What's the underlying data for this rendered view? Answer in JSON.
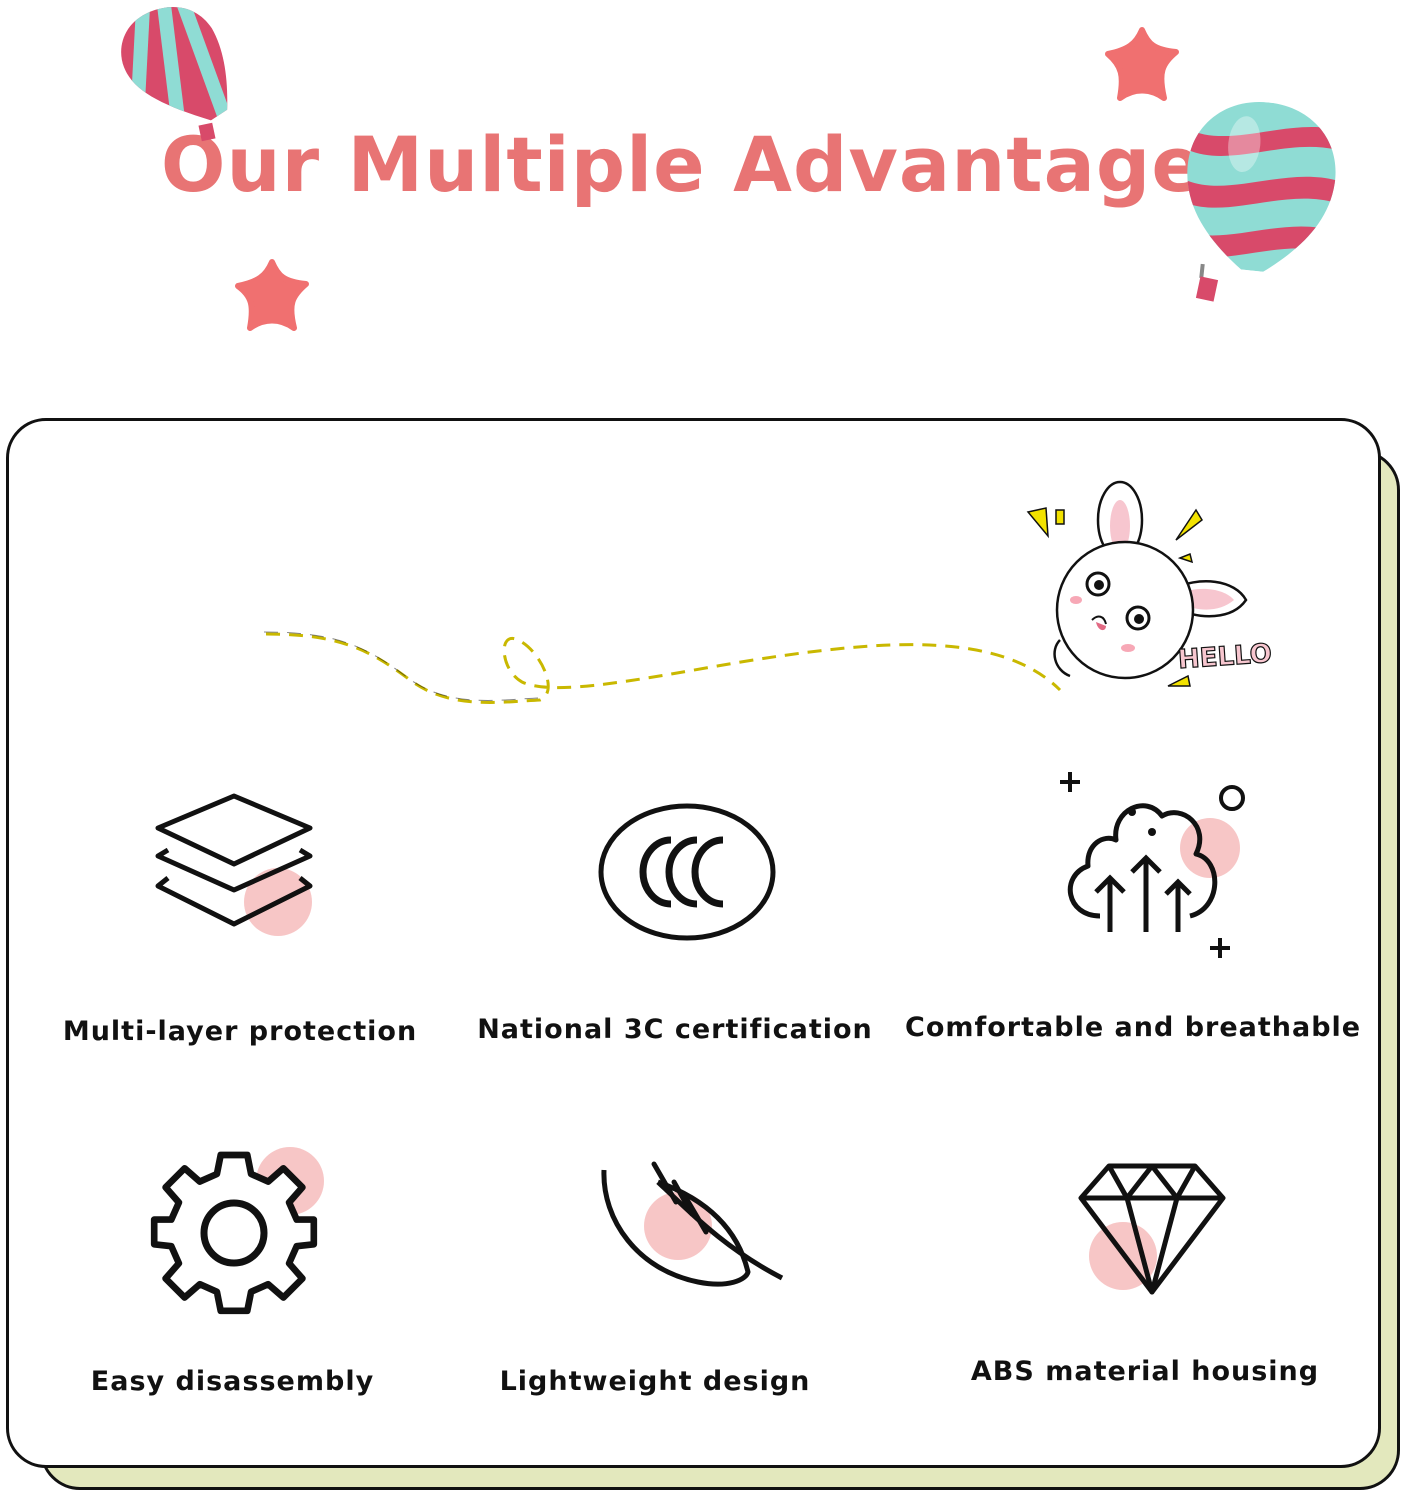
{
  "header": {
    "title": "Our Multiple Advantages"
  },
  "sticker": {
    "hello_text": "HELLO"
  },
  "features": [
    {
      "label": "Multi-layer protection",
      "icon": "layers-icon"
    },
    {
      "label": "National 3C certification",
      "icon": "ccc-certification-icon"
    },
    {
      "label": "Comfortable and breathable",
      "icon": "breathable-cloud-icon"
    },
    {
      "label": "Easy disassembly",
      "icon": "gear-icon"
    },
    {
      "label": "Lightweight design",
      "icon": "feather-icon"
    },
    {
      "label": "ABS material housing",
      "icon": "diamond-icon"
    }
  ],
  "colors": {
    "title": "#e87474",
    "accent_pink": "#f7c6c6",
    "star": "#f07070",
    "balloon_pink": "#d84a6a",
    "balloon_teal": "#8fdcd4",
    "card_back": "#e3e8bd",
    "line_yellow": "#c9b800",
    "icon_stroke": "#111111"
  }
}
